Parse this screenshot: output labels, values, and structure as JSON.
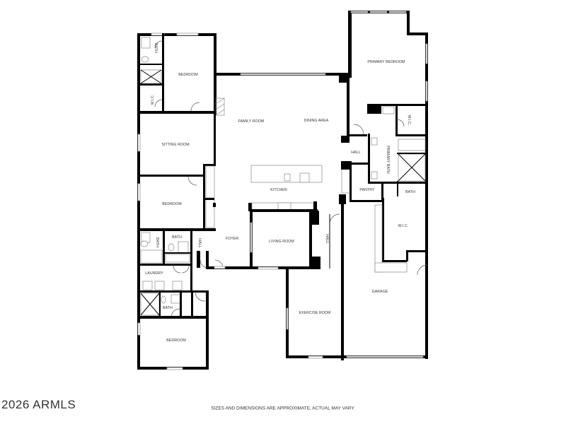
{
  "rooms": {
    "bedroom_nw": "BEDROOM",
    "bath_nw": "BATH",
    "wic_nw": "W.I.C.",
    "sitting_room": "SITTING ROOM",
    "bedroom_w": "BEDROOM",
    "bath_w1": "BATH",
    "bath_w2": "BATH",
    "hall_w": "HALL",
    "laundry": "LAUNDRY",
    "bath_sw": "BATH",
    "bedroom_sw": "BEDROOM",
    "family_room": "FAMILY ROOM",
    "dining_area": "DINING AREA",
    "kitchen": "KITCHEN",
    "foyer": "FOYER",
    "living_room": "LIVING ROOM",
    "hall_c": "HALL",
    "exercise_room": "EXERCISE ROOM",
    "primary_bedroom": "PRIMARY BEDROOM",
    "wic_primary": "W.I.C.",
    "hall_e": "HALL",
    "primary_bath": "PRIMARY BATH",
    "pantry": "PANTRY",
    "bath_e": "BATH",
    "wic_e": "W.I.C.",
    "garage": "GARAGE"
  },
  "footer": {
    "copyright": "2026 ARMLS",
    "disclaimer": "SIZES AND DIMENSIONS ARE APPROXIMATE, ACTUAL MAY VARY."
  }
}
